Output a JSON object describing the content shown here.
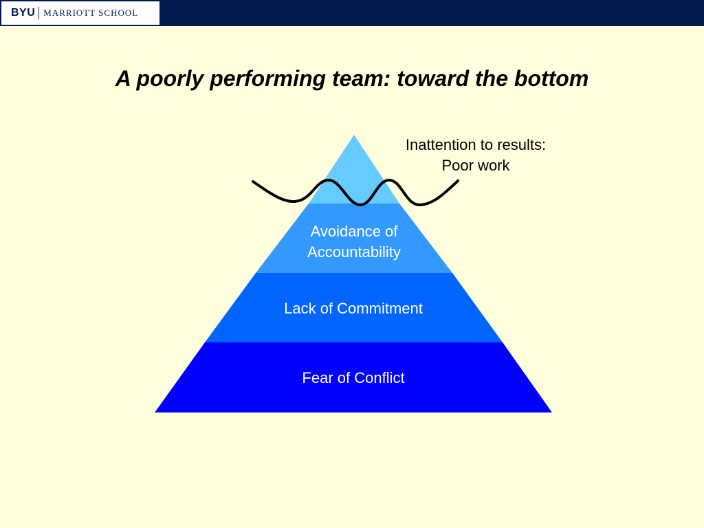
{
  "header": {
    "logo_primary": "BYU",
    "logo_secondary": "MARRIOTT SCHOOL",
    "bar_color": "#001A4C"
  },
  "title": "A poorly performing team: toward the bottom",
  "callout": {
    "line1": "Inattention to results:",
    "line2": "Poor work"
  },
  "pyramid": {
    "levels": [
      {
        "label_lines": [],
        "color": "#66CCFF"
      },
      {
        "label_lines": [
          "Avoidance of",
          "Accountability"
        ],
        "color": "#3399FF"
      },
      {
        "label_lines": [
          "Lack of Commitment"
        ],
        "color": "#0066FF"
      },
      {
        "label_lines": [
          "Fear of Conflict"
        ],
        "color": "#0000FF"
      }
    ],
    "waterline": "wavy-line"
  },
  "colors": {
    "background": "#FFFFDD"
  }
}
